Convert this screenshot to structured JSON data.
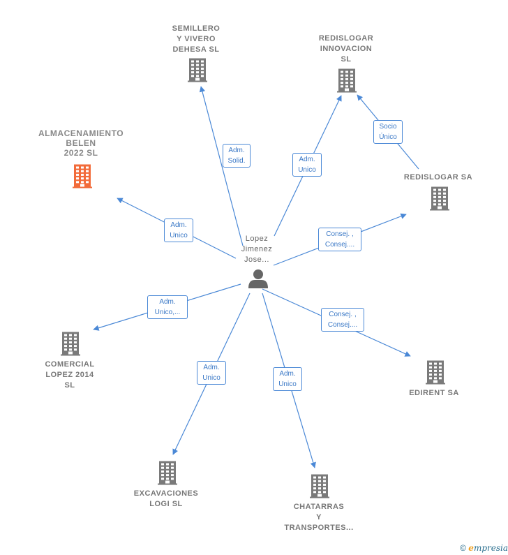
{
  "colors": {
    "company": "#7a7a7a",
    "highlight": "#f26b3a",
    "edge": "#4a88d6",
    "person": "#666666"
  },
  "person": {
    "lines": [
      "Lopez",
      "Jimenez",
      "Jose..."
    ],
    "icon": "person-icon"
  },
  "companies": [
    {
      "id": "semillero",
      "lines": [
        "SEMILLERO",
        "Y VIVERO",
        "DEHESA  SL"
      ],
      "highlight": false
    },
    {
      "id": "redislogar-innovacion",
      "lines": [
        "REDISLOGAR",
        "INNOVACION",
        "SL"
      ],
      "highlight": false
    },
    {
      "id": "almacenamiento",
      "lines": [
        "ALMACENAMIENTO",
        "BELEN",
        "2022  SL"
      ],
      "highlight": true
    },
    {
      "id": "redislogar-sa",
      "lines": [
        "REDISLOGAR SA"
      ],
      "highlight": false
    },
    {
      "id": "comercial-lopez",
      "lines": [
        "COMERCIAL",
        "LOPEZ 2014",
        "SL"
      ],
      "highlight": false
    },
    {
      "id": "edirent",
      "lines": [
        "EDIRENT SA"
      ],
      "highlight": false
    },
    {
      "id": "excavaciones",
      "lines": [
        "EXCAVACIONES",
        "LOGI SL"
      ],
      "highlight": false
    },
    {
      "id": "chatarras",
      "lines": [
        "CHATARRAS",
        "Y",
        "TRANSPORTES..."
      ],
      "highlight": false
    }
  ],
  "edges": [
    {
      "from": "person",
      "to": "semillero",
      "label": [
        "Adm.",
        "Solid."
      ]
    },
    {
      "from": "person",
      "to": "redislogar-innovacion",
      "label": [
        "Adm.",
        "Unico"
      ]
    },
    {
      "from": "redislogar-sa",
      "to": "redislogar-innovacion",
      "label": [
        "Socio",
        "Único"
      ]
    },
    {
      "from": "person",
      "to": "almacenamiento",
      "label": [
        "Adm.",
        "Unico"
      ]
    },
    {
      "from": "person",
      "to": "redislogar-sa",
      "label": [
        "Consej. ,",
        "Consej...."
      ]
    },
    {
      "from": "person",
      "to": "comercial-lopez",
      "label": [
        "Adm.",
        "Unico,..."
      ]
    },
    {
      "from": "person",
      "to": "edirent",
      "label": [
        "Consej. ,",
        "Consej...."
      ]
    },
    {
      "from": "person",
      "to": "excavaciones",
      "label": [
        "Adm.",
        "Unico"
      ]
    },
    {
      "from": "person",
      "to": "chatarras",
      "label": [
        "Adm.",
        "Unico"
      ]
    }
  ],
  "footer": {
    "copyright": "©",
    "brand_initial": "e",
    "brand_rest": "mpresia"
  }
}
